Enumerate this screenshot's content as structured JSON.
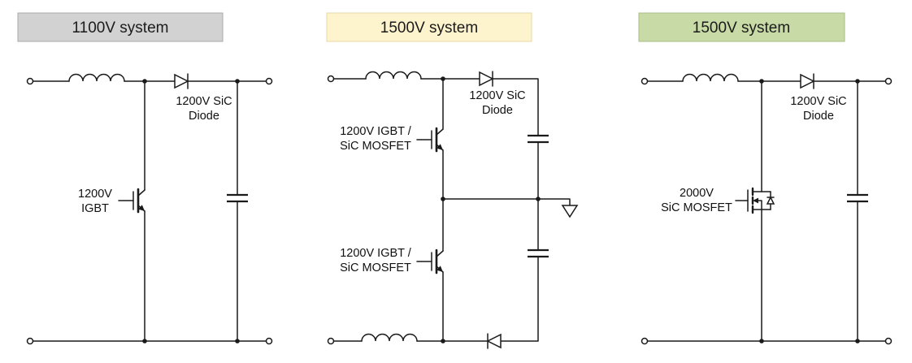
{
  "figure": {
    "description_background": "#ffffff"
  },
  "panels": [
    {
      "title": "1100V system",
      "header_bg": "#d2d2d2",
      "header_border": "#a9a9a9",
      "diode_label_line1": "1200V SiC",
      "diode_label_line2": "Diode",
      "switch_label_line1": "1200V",
      "switch_label_line2": "IGBT"
    },
    {
      "title": "1500V system",
      "header_bg": "#fdf3cd",
      "header_border": "#e6d9a8",
      "diode_label_line1": "1200V SiC",
      "diode_label_line2": "Diode",
      "switch_top_label_line1": "1200V IGBT /",
      "switch_top_label_line2": "SiC MOSFET",
      "switch_bottom_label_line1": "1200V IGBT /",
      "switch_bottom_label_line2": "SiC MOSFET"
    },
    {
      "title": "1500V system",
      "header_bg": "#c8daa6",
      "header_border": "#a9bd85",
      "diode_label_line1": "1200V SiC",
      "diode_label_line2": "Diode",
      "switch_label_line1": "2000V",
      "switch_label_line2": "SiC MOSFET"
    }
  ]
}
